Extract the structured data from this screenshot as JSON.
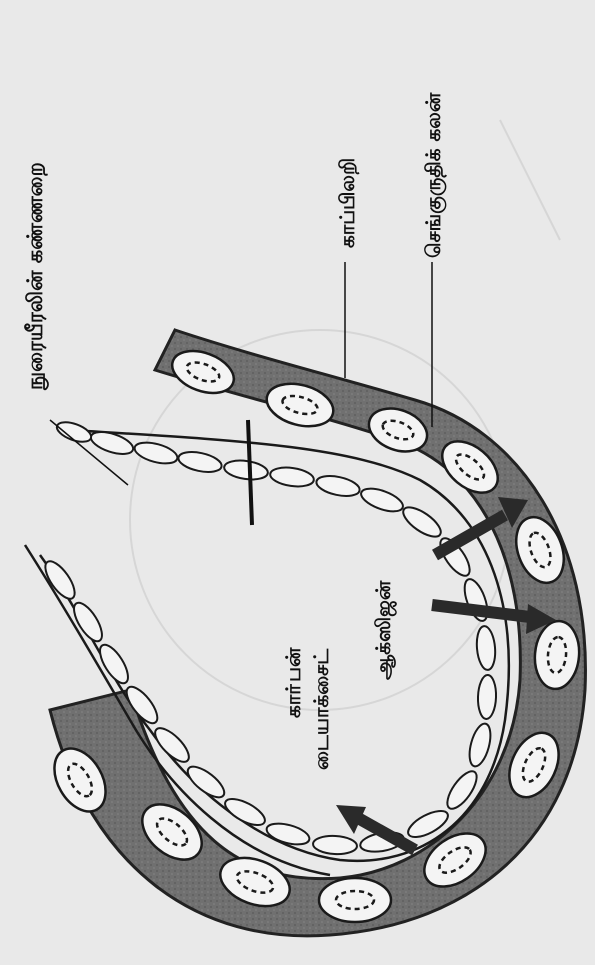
{
  "labels": {
    "alveolus_wall": "நுரையீரலின் கண்ணறை",
    "capillary": "காப்பிலறி",
    "red_blood_cell": "செங்குருதிக் கலன்",
    "oxygen": "ஆக்ஸிஜன்",
    "carbon_dioxide_line1": "காா்பன்",
    "carbon_dioxide_line2": "டையாக்சைட்"
  },
  "colors": {
    "background": "#e9e9e9",
    "capillary_fill": "#6f6f6f",
    "cell_fill": "#f4f4f4",
    "ink": "#111111",
    "arrow": "#2a2a2a"
  }
}
